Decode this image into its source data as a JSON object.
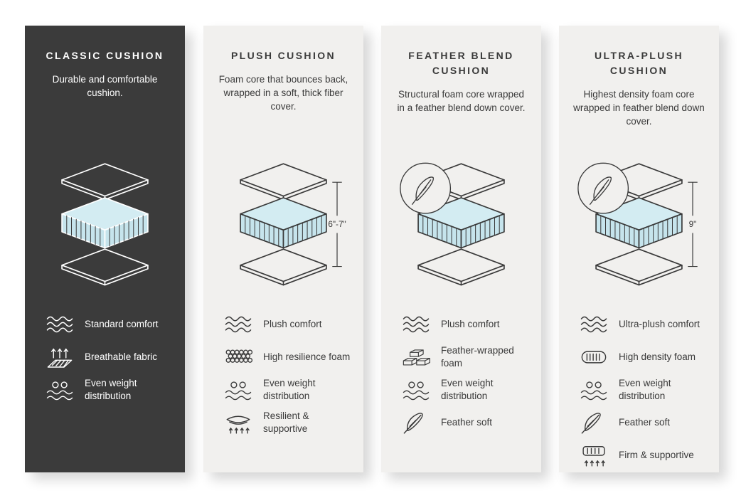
{
  "page": {
    "background": "#ffffff"
  },
  "colors": {
    "dark_card_bg": "#3b3b3b",
    "light_card_bg": "#f1f0ee",
    "dark_text": "#3a3a3a",
    "light_text": "#ffffff",
    "foam_top": "#d3ecf2",
    "foam_side": "#c6e4ec"
  },
  "cards": [
    {
      "title": "CLASSIC CUSHION",
      "description": "Durable and comfortable cushion.",
      "feather_badge": false,
      "measurement": "",
      "features": [
        {
          "icon": "wave-icon",
          "label": "Standard comfort"
        },
        {
          "icon": "breathable-icon",
          "label": "Breathable fabric"
        },
        {
          "icon": "weight-distribution-icon",
          "label": "Even weight distribution"
        }
      ]
    },
    {
      "title": "PLUSH CUSHION",
      "description": "Foam core that bounces back, wrapped in a soft, thick fiber cover.",
      "feather_badge": false,
      "measurement": "6\"-7\"",
      "features": [
        {
          "icon": "wave-icon",
          "label": "Plush comfort"
        },
        {
          "icon": "foam-cells-icon",
          "label": "High resilience foam"
        },
        {
          "icon": "weight-distribution-icon",
          "label": "Even weight distribution"
        },
        {
          "icon": "resilient-icon",
          "label": "Resilient & supportive"
        }
      ]
    },
    {
      "title": "FEATHER BLEND CUSHION",
      "description": "Structural foam core wrapped in a feather blend down cover.",
      "feather_badge": true,
      "measurement": "",
      "features": [
        {
          "icon": "wave-icon",
          "label": "Plush comfort"
        },
        {
          "icon": "feather-wrapped-foam-icon",
          "label": "Feather-wrapped foam"
        },
        {
          "icon": "weight-distribution-icon",
          "label": "Even weight distribution"
        },
        {
          "icon": "feather-icon",
          "label": "Feather soft"
        }
      ]
    },
    {
      "title": "ULTRA-PLUSH CUSHION",
      "description": "Highest density foam core wrapped in feather blend down cover.",
      "feather_badge": true,
      "measurement": "9\"",
      "features": [
        {
          "icon": "wave-icon",
          "label": "Ultra-plush comfort"
        },
        {
          "icon": "density-icon",
          "label": "High density foam"
        },
        {
          "icon": "weight-distribution-icon",
          "label": "Even weight distribution"
        },
        {
          "icon": "feather-icon",
          "label": "Feather soft"
        },
        {
          "icon": "firm-icon",
          "label": "Firm & supportive"
        }
      ]
    }
  ]
}
